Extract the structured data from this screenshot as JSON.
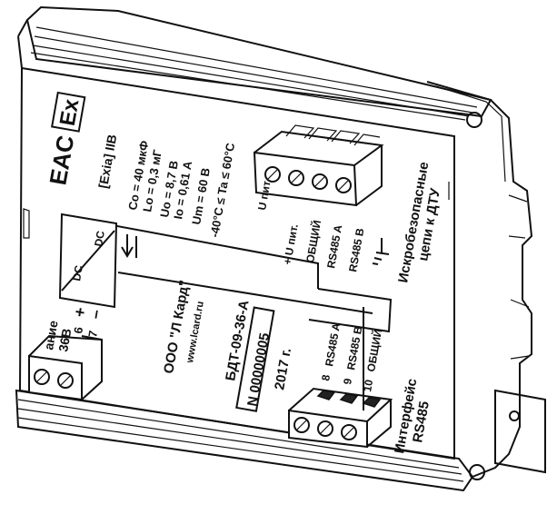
{
  "device": {
    "marks": {
      "eac": "EAC",
      "ex": "Ex"
    },
    "ex_class": "[Exia] IIB",
    "specs": [
      "Co = 40 мкФ",
      "Lo = 0,3 мГ",
      "Uo = 8,7 В",
      "Io = 0,61 А",
      "Um = 60 В",
      "-40°С ≤ Ta ≤ 60°С"
    ],
    "converter": {
      "dc_in": "DC",
      "dc_out": "DC"
    },
    "manufacturer": "ООО \"Л Кард\"",
    "website": "www.lcard.ru",
    "model": "БДТ-09-36-А",
    "serial": "N 00000005",
    "year": "2017 г."
  },
  "power_block": {
    "label_top": "ание",
    "label_voltage": "36В",
    "pins": [
      {
        "num": "6",
        "sign": "+"
      },
      {
        "num": "7",
        "sign": "–"
      }
    ]
  },
  "safe_block": {
    "top_label": "U пит.",
    "pins": [
      "+ U пит.",
      "ОБЩИЙ",
      "RS485 A",
      "RS485 B"
    ],
    "caption": [
      "Искробезопасные",
      "цепи к ДТУ"
    ]
  },
  "interface_block": {
    "pins": [
      {
        "num": "8",
        "name": "RS485 A"
      },
      {
        "num": "9",
        "name": "RS485 B"
      },
      {
        "num": "10",
        "name": "ОБЩИЙ"
      }
    ],
    "caption": [
      "Интерфейс",
      "RS485"
    ]
  }
}
